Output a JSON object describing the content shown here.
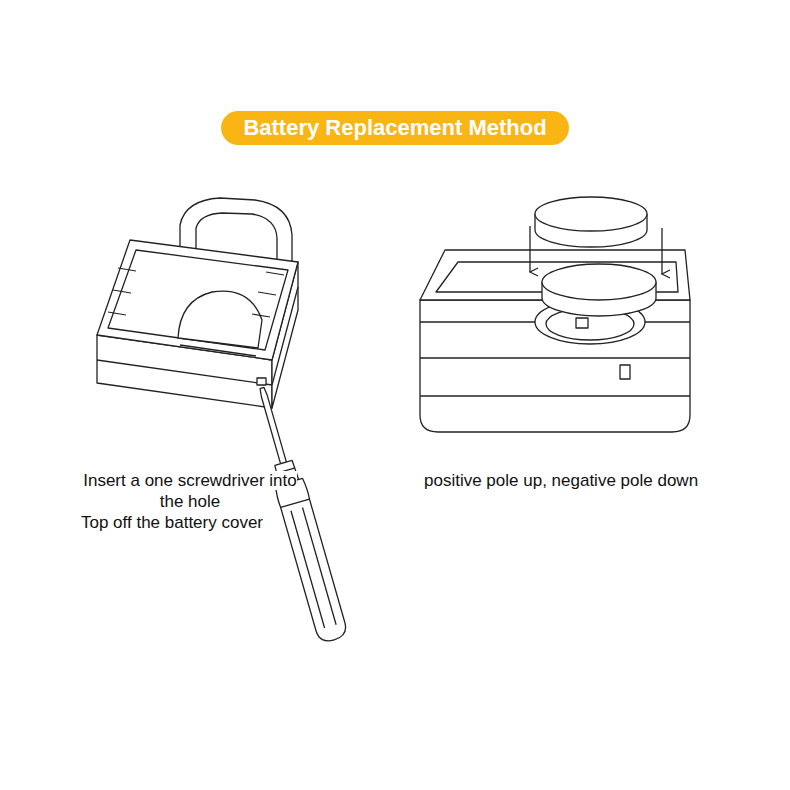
{
  "diagram": {
    "title": "Battery Replacement Method",
    "labels": [
      "Insert a one screwdriver into the hole",
      "Top off the battery cover",
      "positive pole up, negative pole down"
    ]
  }
}
